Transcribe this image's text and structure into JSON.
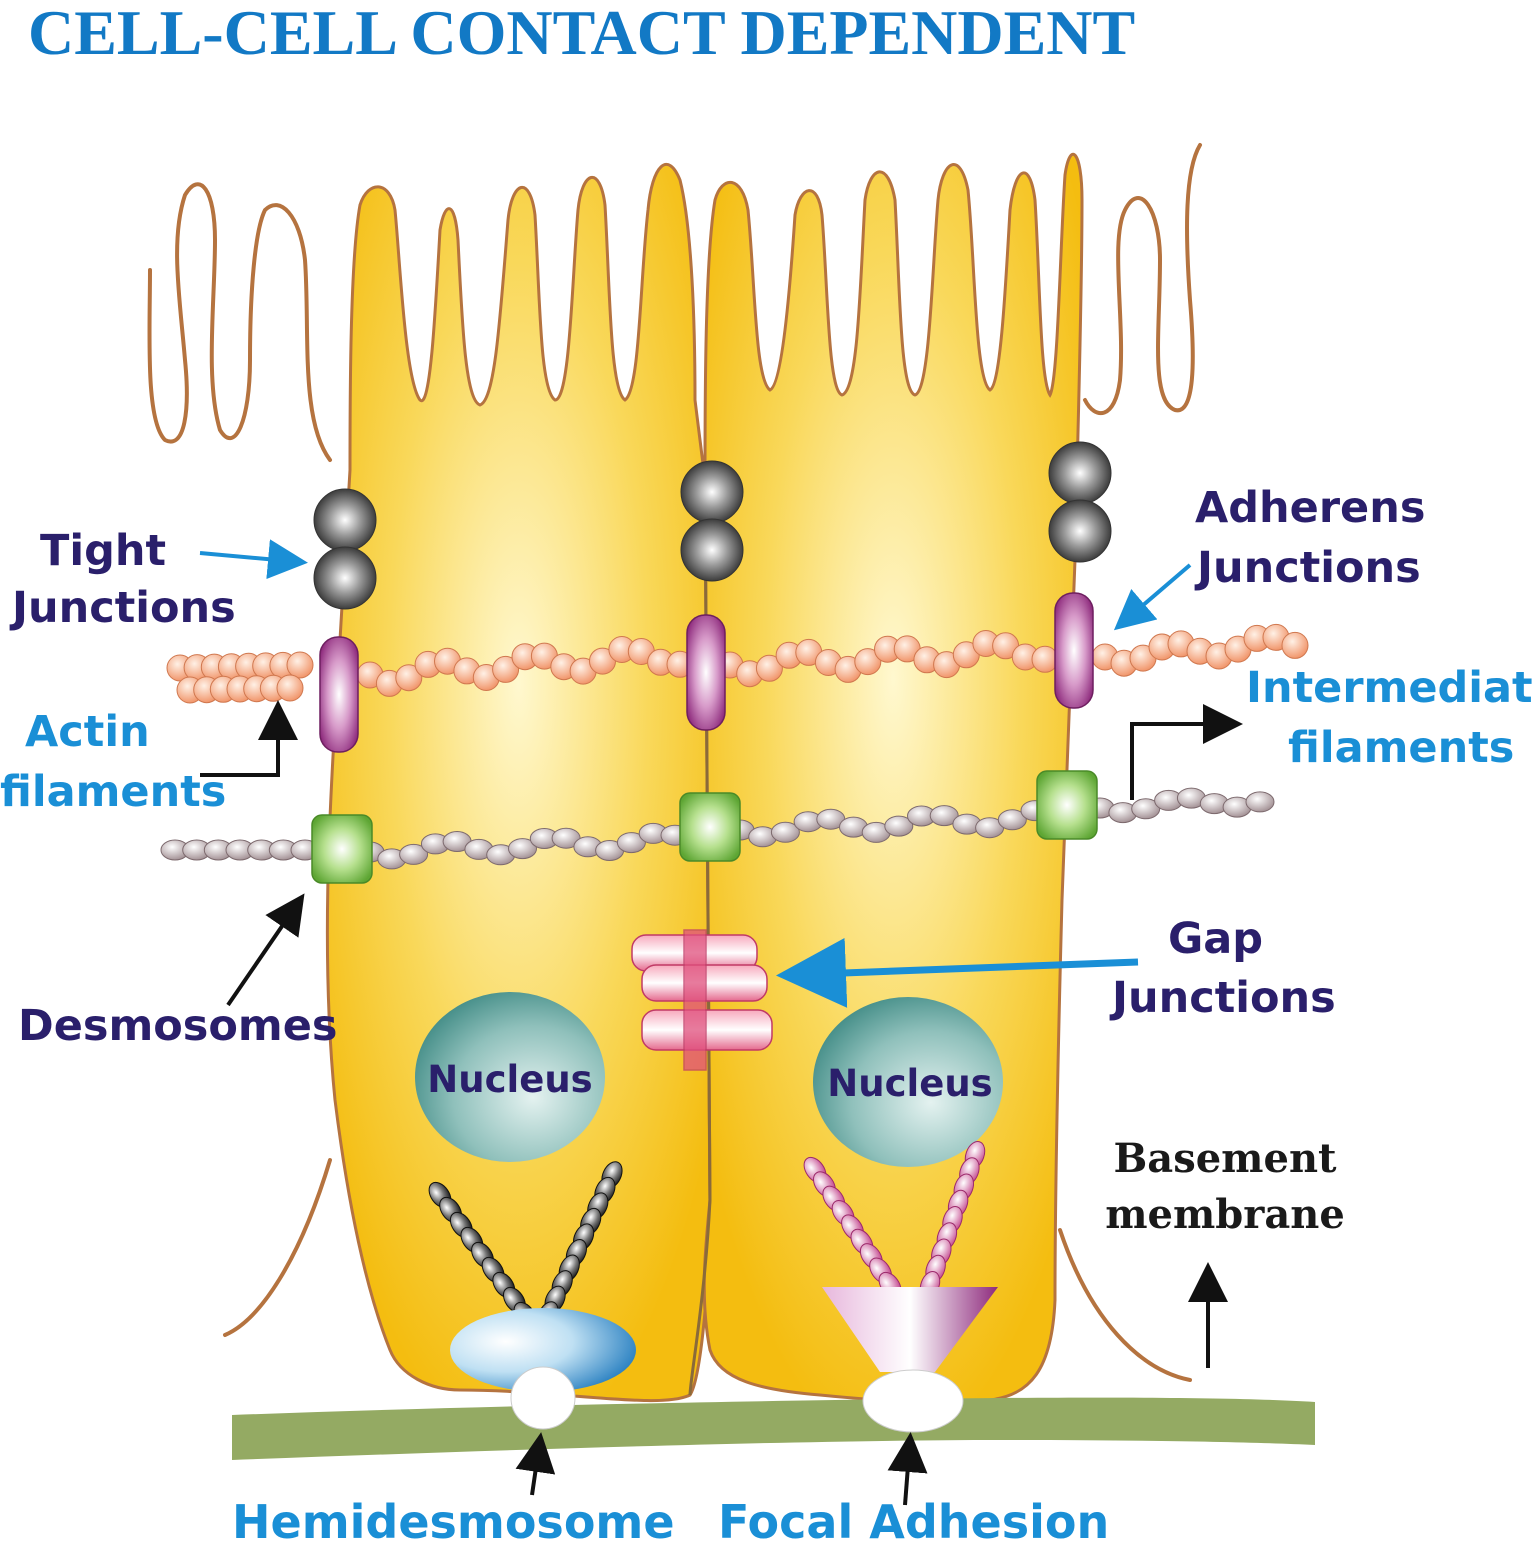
{
  "title": "CELL-CELL CONTACT DEPENDENT",
  "labels": {
    "tight_1": "Tight",
    "tight_2": "Junctions",
    "actin_1": "Actin",
    "actin_2": "filaments",
    "desmosomes": "Desmosomes",
    "adherens_1": "Adherens",
    "adherens_2": "Junctions",
    "intermediate_1": "Intermediate",
    "intermediate_2": "filaments",
    "gap_1": "Gap",
    "gap_2": "Junctions",
    "nucleus_left": "Nucleus",
    "nucleus_right": "Nucleus",
    "basement_1": "Basement",
    "basement_2": "membrane",
    "hemidesmosome": "Hemidesmosome",
    "focal_adhesion": "Focal Adhesion"
  },
  "colors": {
    "title": "#1279c5",
    "label_dark": "#2a1f6b",
    "label_blue": "#1a8fd6",
    "cell_fill": "#f6c41e",
    "cell_center": "#fff6c8",
    "membrane_outline": "#b5733f",
    "basement_membrane": "#94aa63",
    "actin_bead": "#f6a07a",
    "intermediate_bead": "#b7a3a6",
    "adherens": "#a2398f",
    "desmosome": "#7bc446",
    "gap_junction": "#e0507d",
    "nucleus": "#4f9a93",
    "hemidesmosome": "#1f7fc8",
    "focal_adhesion": "#a0378f"
  }
}
